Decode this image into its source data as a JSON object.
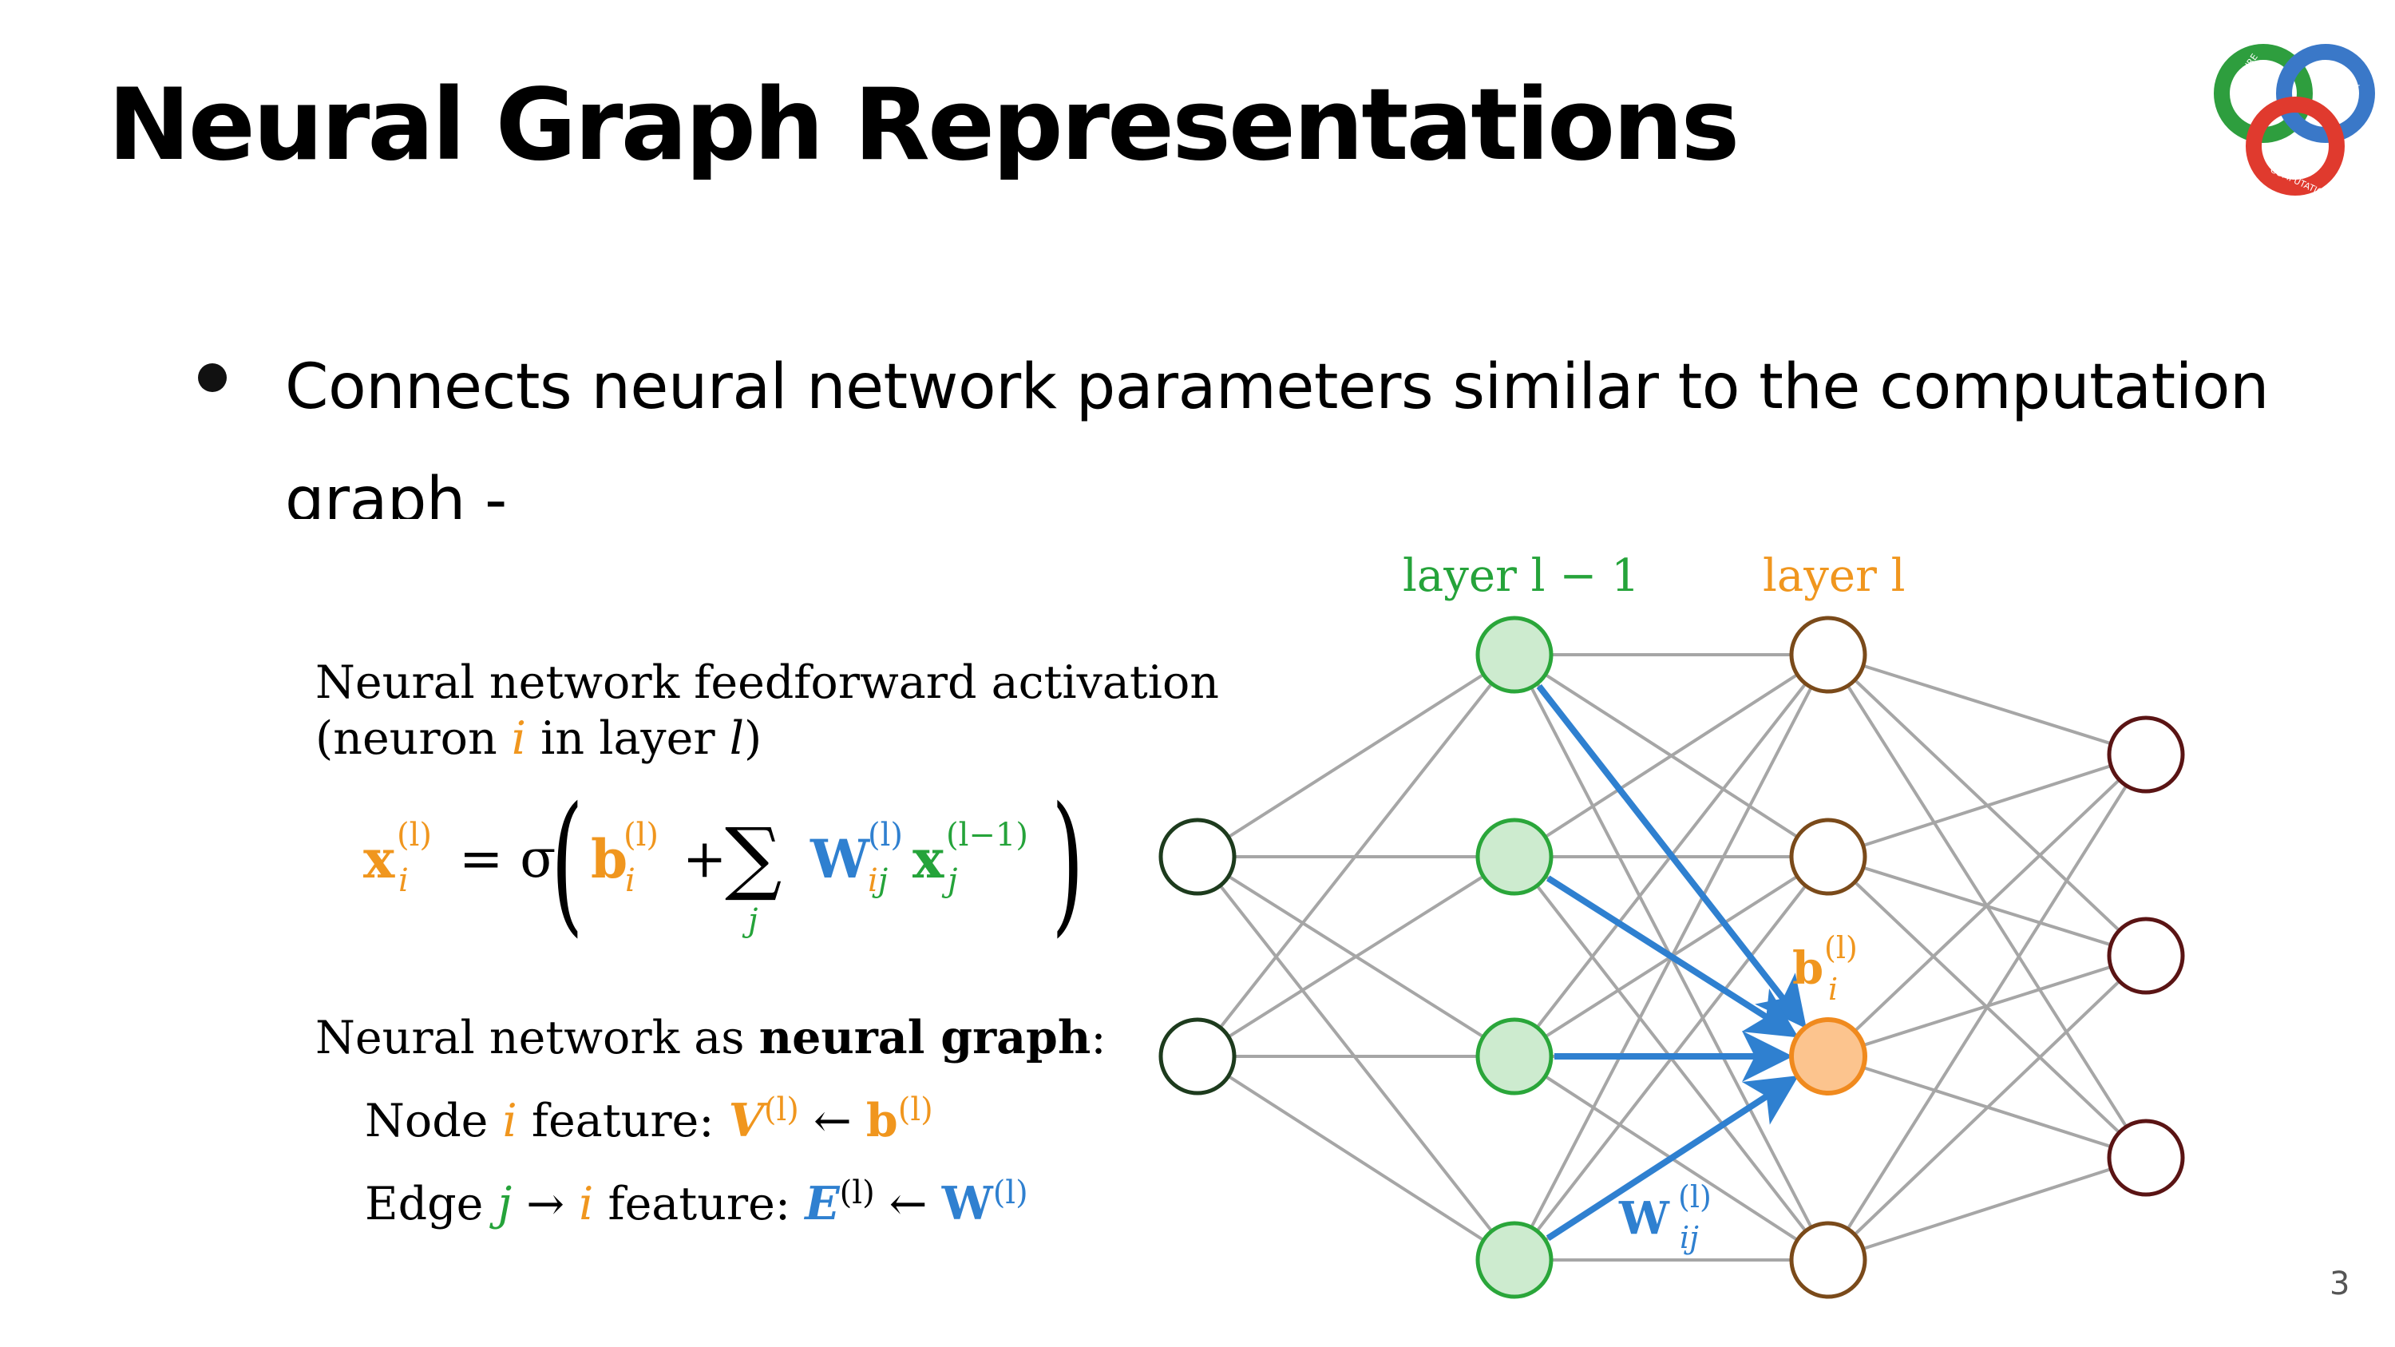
{
  "slide": {
    "title": "Neural Graph Representations",
    "bullet": {
      "line1": "Connects neural network parameters similar to the computation",
      "line2": "graph -"
    },
    "page_number": "3"
  },
  "logo": {
    "top_left_text": "NATURE",
    "top_right_text": "SOCIETY",
    "bottom_text": "COMPUTATION"
  },
  "figure": {
    "caption_line1": "Neural network feedforward activation",
    "caption_line2_pre": "(neuron ",
    "caption_line2_i": "i",
    "caption_line2_mid": " in layer ",
    "caption_line2_l": "l",
    "caption_line2_post": ")",
    "eq": {
      "x": "x",
      "sup_l": "(l)",
      "sub_i": "i",
      "equals_sigma": "= σ",
      "b": "b",
      "plus": "+",
      "sum": "∑",
      "sum_sub": "j",
      "W": "W",
      "sub_ij": "ij",
      "x2": "x",
      "sup_l1": "(l−1)",
      "sub_j": "j"
    },
    "graph_heading_pre": "Neural network as ",
    "graph_heading_bold": "neural graph",
    "graph_heading_post": ":",
    "node_line_pre": "Node ",
    "node_line_i": "i",
    "node_line_mid": " feature: ",
    "node_V": "V",
    "arrow_left": " ← ",
    "node_b": "b",
    "edge_line_pre": "Edge ",
    "edge_j": "j",
    "edge_arrow": " → ",
    "edge_i": "i",
    "edge_line_mid": " feature: ",
    "edge_E": "E",
    "edge_W": "W",
    "label_layer_prev": "layer l − 1",
    "label_layer_cur": "layer l",
    "label_bias": "b",
    "label_bias_sup": "(l)",
    "label_bias_sub": "i",
    "label_weight": "W",
    "label_weight_sup": "(l)",
    "label_weight_sub": "ij"
  },
  "colors": {
    "orange": "#f0961e",
    "green": "#25a33a",
    "blue": "#2f80d0",
    "input_stroke": "#1d3b1d",
    "hidden_fill": "#cdebcf",
    "hidden_stroke": "#2aa63a",
    "layer_l_stroke": "#7a4a1a",
    "active_fill": "#fcc48e",
    "active_stroke": "#f08a1e",
    "output_stroke": "#5a1414",
    "edge_gray": "#a6a6a6",
    "logo_green": "#2e9e3e",
    "logo_red": "#e03a2e",
    "logo_blue": "#3a78c8"
  }
}
